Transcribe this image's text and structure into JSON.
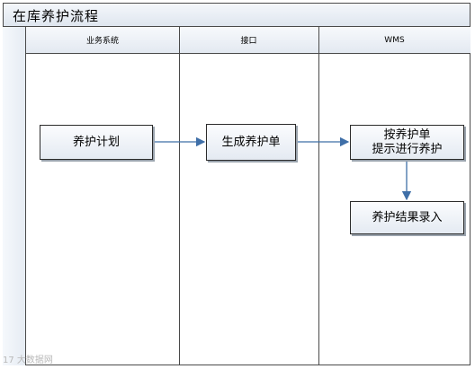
{
  "title": "在库养护流程",
  "lanes": [
    {
      "label": "业务系统"
    },
    {
      "label": "接口"
    },
    {
      "label": "WMS"
    }
  ],
  "nodes": [
    {
      "id": "n1",
      "label": "养护计划"
    },
    {
      "id": "n2",
      "label": "生成养护单"
    },
    {
      "id": "n3",
      "line1": "按养护单",
      "line2": "提示进行养护"
    },
    {
      "id": "n4",
      "label": "养护结果录入"
    }
  ],
  "edges": [
    {
      "from": "养护计划",
      "to": "生成养护单"
    },
    {
      "from": "生成养护单",
      "to": "按养护单 提示进行养护"
    },
    {
      "from": "按养护单 提示进行养护",
      "to": "养护结果录入"
    }
  ],
  "watermark": "17 大数据网",
  "colors": {
    "line": "#4a4a4a",
    "arrow": "#3f6fa8",
    "node_fill": "#eef2f7"
  }
}
